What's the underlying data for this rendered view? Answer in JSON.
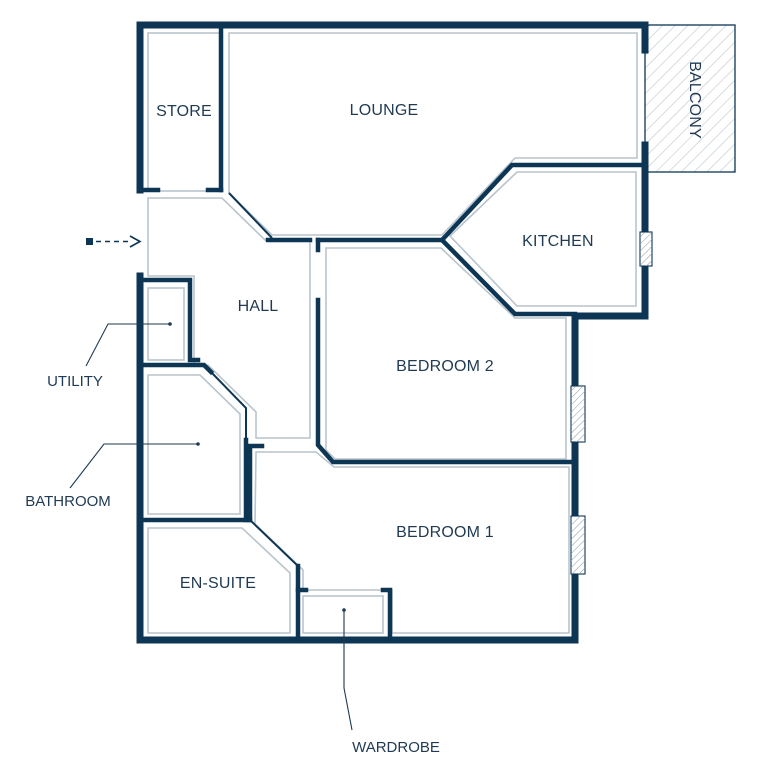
{
  "rooms": {
    "store": "STORE",
    "lounge": "LOUNGE",
    "balcony": "BALCONY",
    "kitchen": "KITCHEN",
    "hall": "HALL",
    "bedroom2": "BEDROOM 2",
    "bedroom1": "BEDROOM 1",
    "en_suite": "EN-SUITE"
  },
  "callouts": {
    "utility": "UTILITY",
    "bathroom": "BATHROOM",
    "wardrobe": "WARDROBE"
  },
  "colors": {
    "wall": "#0d3554",
    "text": "#1f3a52",
    "lining": "#b9c4cc"
  },
  "icons": {
    "entrance": "dashed-arrow-right-icon"
  }
}
